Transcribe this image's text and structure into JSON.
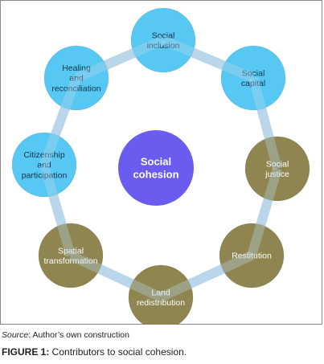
{
  "diagram": {
    "center": {
      "lines": [
        "Social",
        "cohesion"
      ],
      "color": "#6b5cf0",
      "text_color": "#ffffff"
    },
    "ring_color": "#b9d6eb",
    "outer_nodes": [
      {
        "lines": [
          "Social",
          "inclusion"
        ],
        "color": "#57c8f3",
        "text_color": "#14324a"
      },
      {
        "lines": [
          "Social",
          "capital"
        ],
        "color": "#57c8f3",
        "text_color": "#14324a"
      },
      {
        "lines": [
          "Social",
          "justice"
        ],
        "color": "#8e8550",
        "text_color": "#ffffff"
      },
      {
        "lines": [
          "Restitution"
        ],
        "color": "#8e8550",
        "text_color": "#ffffff"
      },
      {
        "lines": [
          "Land",
          "redistribution"
        ],
        "color": "#8e8550",
        "text_color": "#ffffff"
      },
      {
        "lines": [
          "Spatial",
          "transformation"
        ],
        "color": "#8e8550",
        "text_color": "#ffffff"
      },
      {
        "lines": [
          "Citizenship",
          "and",
          "participation"
        ],
        "color": "#57c8f3",
        "text_color": "#14324a"
      },
      {
        "lines": [
          "Healing",
          "and",
          "reconciliation"
        ],
        "color": "#57c8f3",
        "text_color": "#14324a"
      }
    ]
  },
  "source": {
    "label": "Source",
    "text": ": Author’s own construction"
  },
  "caption": {
    "label": "FIGURE 1:",
    "text": " Contributors to social cohesion."
  }
}
